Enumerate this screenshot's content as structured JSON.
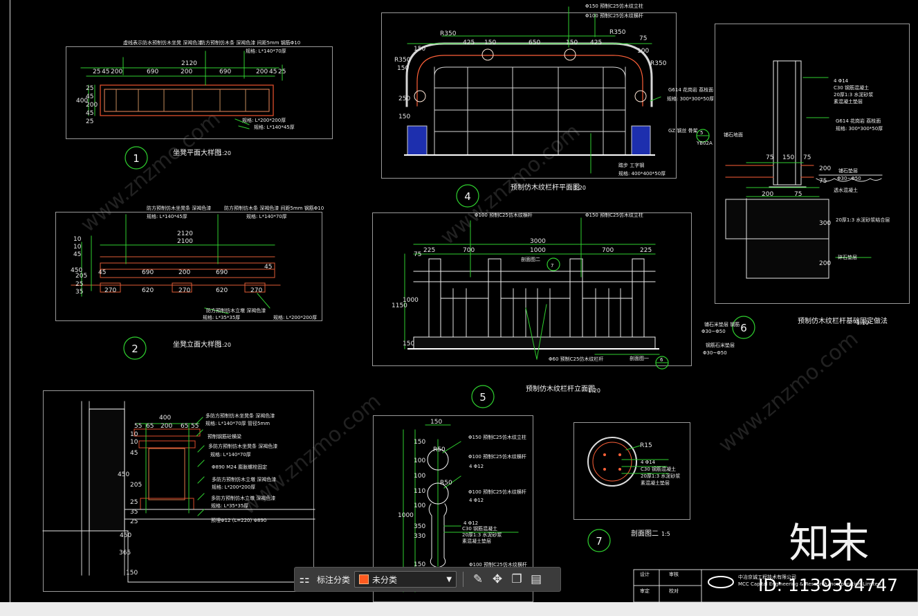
{
  "viewer": {
    "toolbar": {
      "grid_icon": "grid-icon",
      "label": "标注分类",
      "selected": "未分类",
      "selected_color": "#ff5a1f",
      "tool_icons": [
        "edit-icon",
        "move-icon",
        "copy-icon",
        "paste-icon"
      ]
    },
    "watermark": "ID: 1139394747",
    "logo": "知末"
  },
  "drawing": {
    "details": {
      "d1": {
        "number": "1",
        "title": "坐凳平面大样图",
        "scale": "1:20"
      },
      "d2": {
        "number": "2",
        "title": "坐凳立面大样图",
        "scale": "1:20"
      },
      "d4": {
        "number": "4",
        "title": "预制仿木纹栏杆平面图",
        "scale": "1:20"
      },
      "d5": {
        "number": "5",
        "title": "预制仿木纹栏杆立面图",
        "scale": "1:20"
      },
      "d6": {
        "number": "6",
        "title": "预制仿木纹栏杆基础固定做法",
        "scale": "1:10"
      },
      "d7": {
        "number": "7",
        "title": "剖面图二",
        "scale": "1:5"
      }
    },
    "plan1": {
      "notes": [
        "虚线表示防水预制仿木坐凳  深褐色漆",
        "防方预制仿木条  深褐色漆  间距5mm  钢筋Φ10",
        "规格: L*140*70厚",
        "规格: L*200*200厚",
        "规格: L*140*45厚"
      ],
      "dims_top": [
        "25",
        "45",
        "200",
        "690",
        "200",
        "690",
        "200",
        "45",
        "25"
      ],
      "overall": "2120",
      "side": [
        "25",
        "45",
        "200",
        "45",
        "25",
        "400"
      ]
    },
    "elev2": {
      "notes": [
        "防方预制仿木坐凳条  深褐色漆",
        "防方预制仿木条  深褐色漆  间距5mm  钢筋Φ10",
        "规格: L*140*45厚",
        "规格: L*140*70厚",
        "防方预制仿木立墩  深褐色漆",
        "规格: L*35*35厚",
        "规格: L*200*200厚"
      ],
      "overall": "2120",
      "inner": "2100",
      "dims_mid": [
        "45",
        "690",
        "200",
        "690",
        "45"
      ],
      "dims_bottom": [
        "270",
        "620",
        "270",
        "620",
        "270"
      ],
      "side": [
        "10",
        "10",
        "45",
        "450",
        "205",
        "25",
        "35"
      ]
    },
    "rail4": {
      "notes": [
        "Φ150 预制C25仿木纹立柱",
        "Φ100 预制C25仿木纹横杆",
        "G614  花岗岩  荔枝面",
        "规格: 300*300*50厚",
        "GZ 钢丝  骨架",
        "踏步  工字钢",
        "规格: 400*400*50厚"
      ],
      "dims": [
        "425",
        "650",
        "425"
      ],
      "radius": [
        "R350",
        "R350",
        "R350",
        "R350"
      ],
      "small": [
        "150",
        "150",
        "150",
        "100",
        "75"
      ],
      "side": [
        "150",
        "250",
        "150"
      ],
      "ref": [
        "5",
        "YB02A"
      ]
    },
    "rail5": {
      "notes": [
        "Φ100 预制C25仿木纹横杆",
        "Φ150 预制C25仿木纹立柱",
        "剖面图二",
        "剖面图一",
        "Φ60 预制C25仿木纹栏杆",
        "铺石米垫层  钢筋",
        "Φ30~Φ50",
        "钢筋石米垫层"
      ],
      "overall": "3000",
      "dims": [
        "225",
        "700",
        "1000",
        "700",
        "225"
      ],
      "side": [
        "75",
        "1000",
        "1150",
        "150"
      ],
      "refs": [
        "7",
        "6"
      ]
    },
    "found6": {
      "notes": [
        "4 Φ14",
        "C30 钢筋混凝土",
        "20厚1:3 水泥砂浆",
        "素混凝土垫层",
        "G614  花岗岩  荔枝面",
        "规格: 300*300*50厚",
        "铺石地面",
        "Φ30~Φ50",
        "铺石垫层",
        "20厚1:3 水泥砂浆结合层",
        "碎石垫层",
        "透水混凝土"
      ],
      "dims": [
        "75",
        "150",
        "75",
        "200",
        "75",
        "200",
        "75",
        "300",
        "200"
      ]
    },
    "section_left": {
      "notes": [
        "多防方预制仿木坐凳条  深褐色漆",
        "规格: L*140*70厚  管径5mm",
        "预制钢筋砼横梁",
        "多防方预制仿木坐凳条  深褐色漆",
        "规格: L*140*70厚",
        "Φ890  M24 膨胀螺栓固定",
        "多防方预制仿木立墩  深褐色漆",
        "规格: L*200*200厚",
        "多防方预制仿木立墩  深褐色漆",
        "规格: L*35*35厚",
        "预埋Φ12 (L=220) Φ890"
      ],
      "dims_top": [
        "55",
        "65",
        "200",
        "65",
        "55"
      ],
      "overall": "400",
      "side": [
        "10",
        "10",
        "45",
        "450",
        "205",
        "25",
        "35",
        "25",
        "450",
        "365",
        "150"
      ]
    },
    "column_section": {
      "notes": [
        "Φ150 预制C25仿木纹立柱",
        "Φ100 预制C25仿木纹横杆",
        "4 Φ12",
        "Φ100 预制C25仿木纹横杆",
        "4 Φ12",
        "4 Φ12",
        "C30 钢筋混凝土",
        "20厚1:3 水泥砂浆",
        "素混凝土垫层",
        "Φ100 预制C25仿木纹横杆"
      ],
      "top": "150",
      "radius": [
        "R50",
        "R50"
      ],
      "side": [
        "150",
        "100",
        "100",
        "110",
        "100",
        "350",
        "1000",
        "330",
        "150"
      ]
    },
    "section7": {
      "radius": "R15",
      "notes": [
        "4 Φ14",
        "C30 钢筋混凝土",
        "20厚1:3 水泥砂浆",
        "素混凝土垫层"
      ]
    },
    "title_block": {
      "row1": [
        "设计",
        "审核",
        "审定",
        "校对"
      ],
      "company": "中冶京诚工程技术有限公司",
      "company_en": "MCC Capital Engineering & Research Incorporation Limited"
    }
  }
}
